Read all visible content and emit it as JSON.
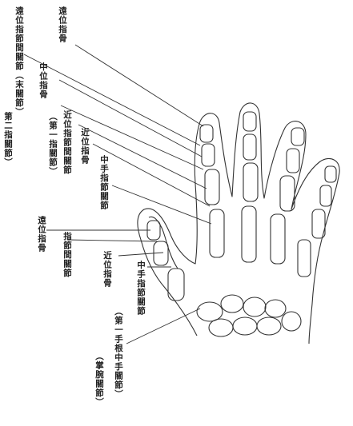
{
  "labels": {
    "distal_phalanx_top": "遠位指骨",
    "distal_ip_joint": "遠位指節間關節（末關節）",
    "distal_ip_joint_alt": "第二指關節）",
    "middle_phalanx": "中位指骨",
    "proximal_ip_joint": "（第一指關節）",
    "proximal_ip_joint_main": "近位指節間關節",
    "proximal_phalanx_top": "近位指骨",
    "mcp_joint_top": "中手指節關節",
    "distal_phalanx_thumb": "遠位指骨",
    "ip_joint_thumb": "指節間關節",
    "proximal_phalanx_thumb": "近位指骨",
    "mcp_joint_thumb": "中手指節關節",
    "cmc_joint": "（第一手根中手關節）",
    "cmc_joint_alt": "（掌腕關節）"
  }
}
